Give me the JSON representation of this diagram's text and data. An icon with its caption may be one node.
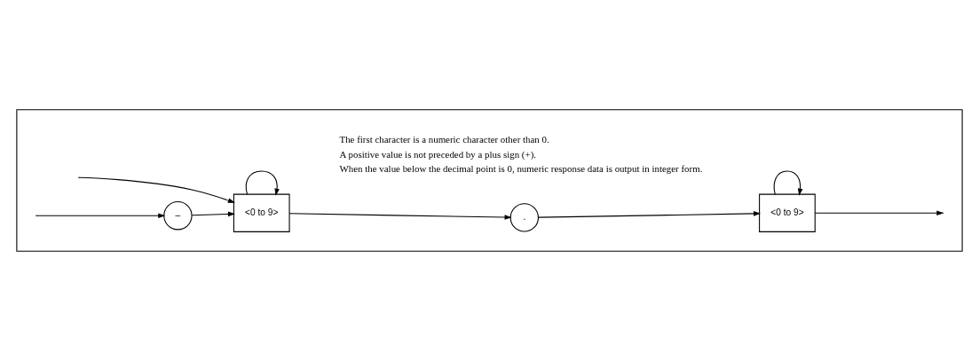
{
  "diagram": {
    "nodes": [
      {
        "text": [],
        "shape": "box"
      },
      {
        "text": [
          "–"
        ],
        "in": 0
      },
      {
        "text": [
          "<0 to 9>"
        ],
        "in": 0
      },
      {
        "text": [
          "."
        ],
        "in": 0
      },
      {
        "text": [
          "<0 to 9>"
        ],
        "in": 0
      }
    ],
    "edges": [
      {
        "from": null,
        "to": 2,
        "arrow": "to"
      },
      {
        "from": null,
        "to": 1,
        "arrow": "to"
      },
      {
        "from": 1,
        "to": 2,
        "arrow": "to"
      },
      {
        "from": 2,
        "to": 2,
        "arrow": "to"
      },
      {
        "from": 2,
        "to": 3,
        "arrow": "to"
      },
      {
        "from": 3,
        "to": 4,
        "arrow": "to"
      },
      {
        "from": 4,
        "to": 4,
        "arrow": "to"
      },
      {
        "from": 4,
        "to": null,
        "arrow": "to"
      }
    ],
    "labels": [
      "The first character is a numeric character other than 0.",
      "A positive value is not preceded by a plus sign (+).",
      "When the value below the decimal point is 0, numeric response data is output in integer form."
    ]
  }
}
